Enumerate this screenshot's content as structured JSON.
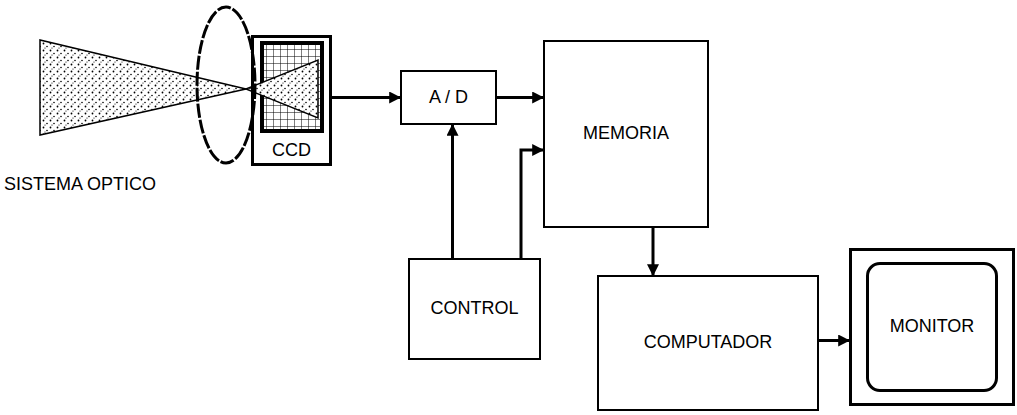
{
  "diagram": {
    "nodes": [
      {
        "text": [
          "CCD"
        ]
      },
      {
        "text": [
          "A / D"
        ]
      },
      {
        "text": [
          "MEMORIA"
        ]
      },
      {
        "text": [
          "CONTROL"
        ]
      },
      {
        "text": [
          "COMPUTADOR"
        ]
      },
      {
        "text": [
          "MONITOR"
        ]
      }
    ],
    "edges": [
      {
        "from": 0,
        "to": 1,
        "arrow": "to"
      },
      {
        "from": 1,
        "to": 2,
        "arrow": "to"
      },
      {
        "from": 3,
        "to": 1,
        "arrow": "to"
      },
      {
        "from": 3,
        "to": 2,
        "arrow": "to"
      },
      {
        "from": 2,
        "to": 4,
        "arrow": "to"
      },
      {
        "from": 4,
        "to": 5,
        "arrow": "to"
      }
    ],
    "labels": [
      "SISTEMA OPTICO"
    ]
  }
}
